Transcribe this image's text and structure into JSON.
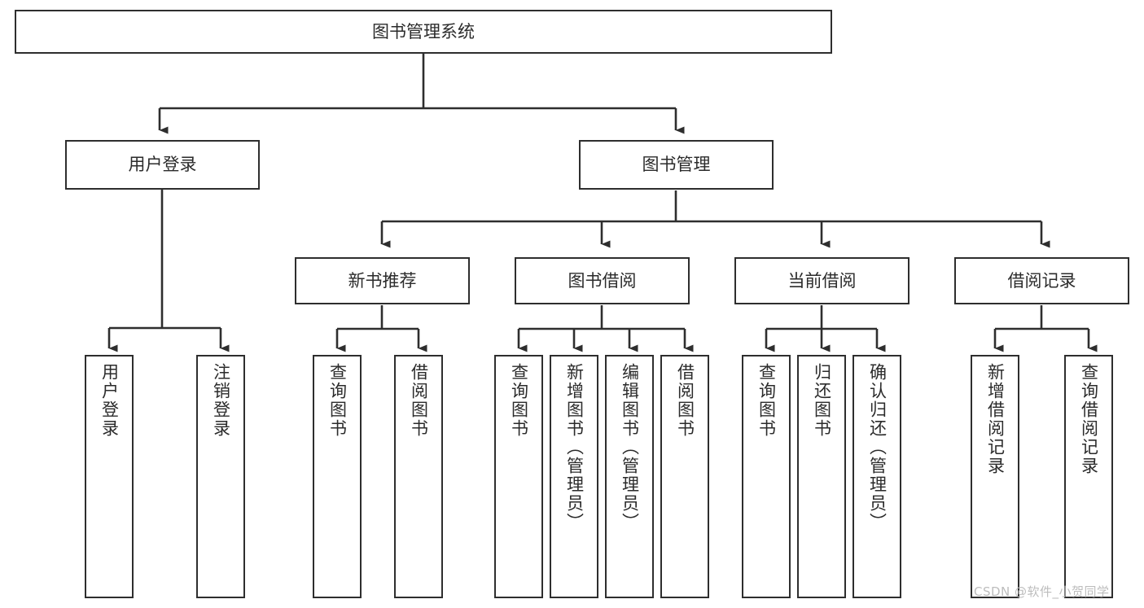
{
  "diagram": {
    "title": "图书管理系统",
    "type": "tree",
    "background_color": "#ffffff",
    "line_color": "#2e2e2e",
    "text_color": "#2b2b2b",
    "nodes": {
      "root": {
        "label": "图书管理系统"
      },
      "level2": [
        {
          "label": "用户登录"
        },
        {
          "label": "图书管理"
        }
      ],
      "level3": [
        {
          "label": "新书推荐"
        },
        {
          "label": "图书借阅"
        },
        {
          "label": "当前借阅"
        },
        {
          "label": "借阅记录"
        }
      ],
      "leaves": {
        "user_login": [
          {
            "label": "用户登录"
          },
          {
            "label": "注销登录"
          }
        ],
        "new_book_recommend": [
          {
            "label": "查询图书"
          },
          {
            "label": "借阅图书"
          }
        ],
        "book_borrow": [
          {
            "label": "查询图书"
          },
          {
            "label": "新增图书（管理员）"
          },
          {
            "label": "编辑图书（管理员）"
          },
          {
            "label": "借阅图书"
          }
        ],
        "current_borrow": [
          {
            "label": "查询图书"
          },
          {
            "label": "归还图书"
          },
          {
            "label": "确认归还（管理员）"
          }
        ],
        "borrow_record": [
          {
            "label": "新增借阅记录"
          },
          {
            "label": "查询借阅记录"
          }
        ]
      }
    }
  },
  "watermark": {
    "text": "CSDN @软件_小贺同学"
  }
}
